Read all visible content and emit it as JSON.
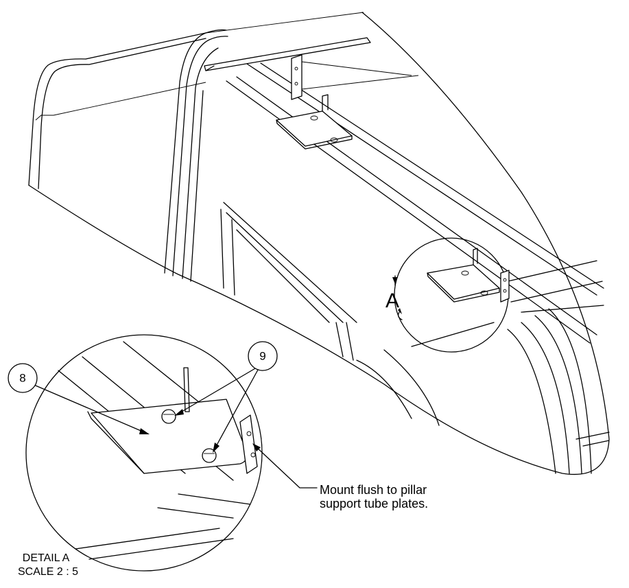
{
  "balloons": {
    "part_8": "8",
    "part_9": "9"
  },
  "note": {
    "line1": "Mount flush to pillar",
    "line2": "support tube plates."
  },
  "detail": {
    "letter": "A",
    "title": "DETAIL A",
    "scale": "SCALE 2 : 5"
  }
}
